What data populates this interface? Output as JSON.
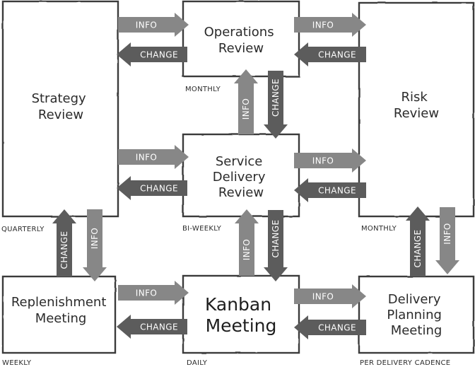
{
  "colors": {
    "box_stroke": "#3a3a3a",
    "info_arrow": "#878787",
    "change_arrow": "#5c5c5c",
    "arrow_text": "#ffffff"
  },
  "boxes": {
    "strategy": {
      "lines": [
        "Strategy",
        "Review"
      ],
      "cadence": "QUARTERLY"
    },
    "operations": {
      "lines": [
        "Operations",
        "Review"
      ],
      "cadence": "MONTHLY"
    },
    "risk": {
      "lines": [
        "Risk",
        "Review"
      ],
      "cadence": "MONTHLY"
    },
    "service": {
      "lines": [
        "Service",
        "Delivery",
        "Review"
      ],
      "cadence": "BI-WEEKLY"
    },
    "replenishment": {
      "lines": [
        "Replenishment",
        "Meeting"
      ],
      "cadence": "WEEKLY"
    },
    "kanban": {
      "lines": [
        "Kanban",
        "Meeting"
      ],
      "cadence": "DAILY"
    },
    "delivery": {
      "lines": [
        "Delivery",
        "Planning",
        "Meeting"
      ],
      "cadence": "PER DELIVERY CADENCE"
    }
  },
  "arrow_labels": {
    "info": "INFO",
    "change": "CHANGE"
  }
}
